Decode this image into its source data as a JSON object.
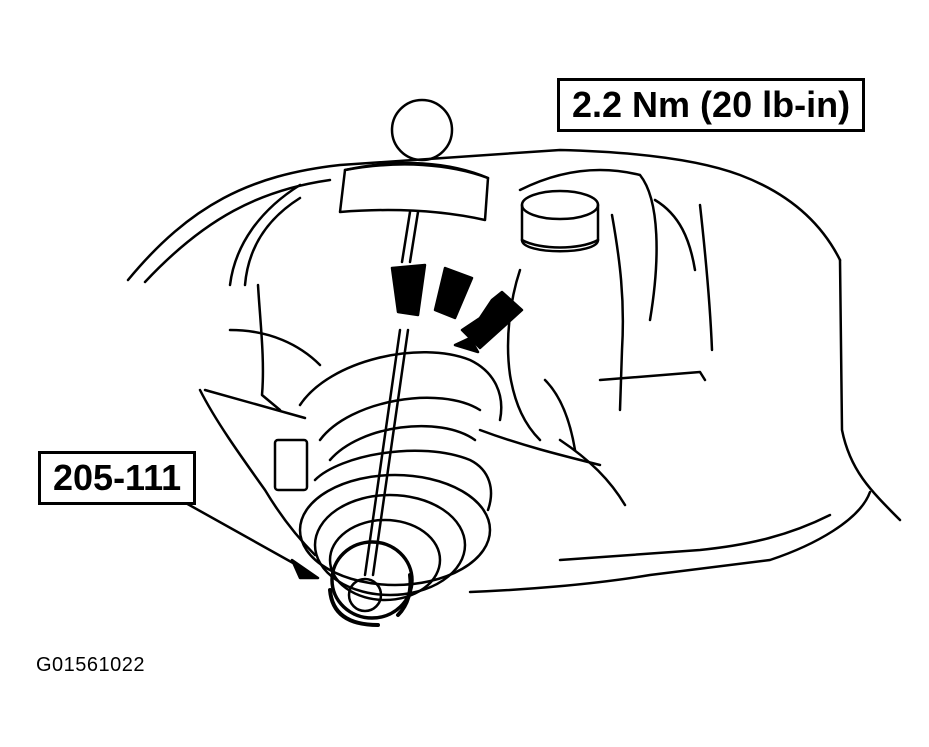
{
  "labels": {
    "torque_spec": "2.2 Nm (20 lb-in)",
    "tool_number": "205-111",
    "figure_id": "G01561022"
  },
  "colors": {
    "line": "#000000",
    "background": "#ffffff"
  },
  "icons": {
    "rotation_direction": "clockwise-arrows-icon",
    "leader": "leader-arrow-icon"
  }
}
